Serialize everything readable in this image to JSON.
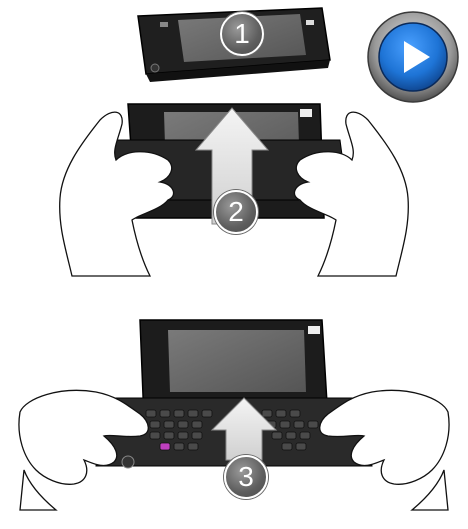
{
  "steps": [
    {
      "number": "1"
    },
    {
      "number": "2"
    },
    {
      "number": "3"
    }
  ],
  "play_button": {
    "icon": "play-icon",
    "accent": "#1e74d6"
  },
  "colors": {
    "phone_body": "#2a2a2a",
    "screen": "#6d6d6d",
    "keyboard_highlight": "#c040c0",
    "badge": "#5e5e5e"
  }
}
